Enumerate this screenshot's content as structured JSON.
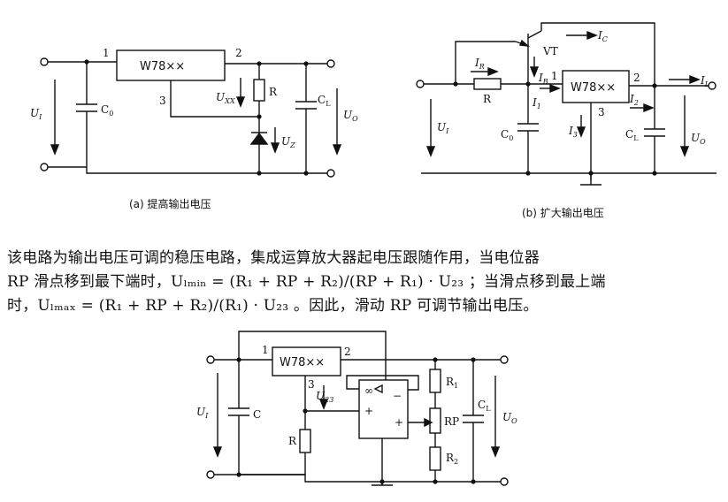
{
  "figure_a": {
    "chip": "W78××",
    "pin1": "1",
    "pin2": "2",
    "pin3": "3",
    "ui": "U",
    "ui_sub": "I",
    "c0": "C",
    "c0_sub": "0",
    "r": "R",
    "uxx": "U",
    "uxx_sub": "XX",
    "uz": "U",
    "uz_sub": "Z",
    "cl": "C",
    "cl_sub": "L",
    "uo": "U",
    "uo_sub": "O",
    "caption": "(a) 提高输出电压"
  },
  "figure_b": {
    "chip": "W78××",
    "vt": "VT",
    "ic": "I",
    "ic_sub": "C",
    "ir": "I",
    "ir_sub": "R",
    "ib": "I",
    "ib_sub": "B",
    "r": "R",
    "i1": "I",
    "i1_sub": "1",
    "pin1": "1",
    "pin2": "2",
    "pin3": "3",
    "il": "I",
    "il_sub": "L",
    "i2": "I",
    "i2_sub": "2",
    "i3": "I",
    "i3_sub": "3",
    "ui": "U",
    "ui_sub": "I",
    "c0": "C",
    "c0_sub": "0",
    "cl": "C",
    "cl_sub": "L",
    "uo": "U",
    "uo_sub": "O",
    "caption": "(b) 扩大输出电压"
  },
  "paragraph": {
    "line1": "该电路为输出电压可调的稳压电路，集成运算放大器起电压跟随作用，当电位器",
    "line2": "RP 滑点移到最下端时，Uₗₘᵢₙ = (R₁ + RP + R₂)/(RP + R₁) · U₂₃ ；当滑点移到最上端",
    "line3": "时，Uₗₘₐₓ = (R₁ + RP + R₂)/(R₁) · U₂₃ 。因此，滑动 RP 可调节输出电压。"
  },
  "figure_c": {
    "chip": "W78××",
    "pin1": "1",
    "pin2": "2",
    "pin3": "3",
    "inf": "∞",
    "minus": "−",
    "plus_in": "+",
    "plus_out": "+",
    "u23": "U",
    "u23_sub": "23",
    "ui": "U",
    "ui_sub": "I",
    "c": "C",
    "r": "R",
    "r1": "R",
    "r1_sub": "1",
    "rp": "RP",
    "r2": "R",
    "r2_sub": "2",
    "cl": "C",
    "cl_sub": "L",
    "uo": "U",
    "uo_sub": "O"
  }
}
